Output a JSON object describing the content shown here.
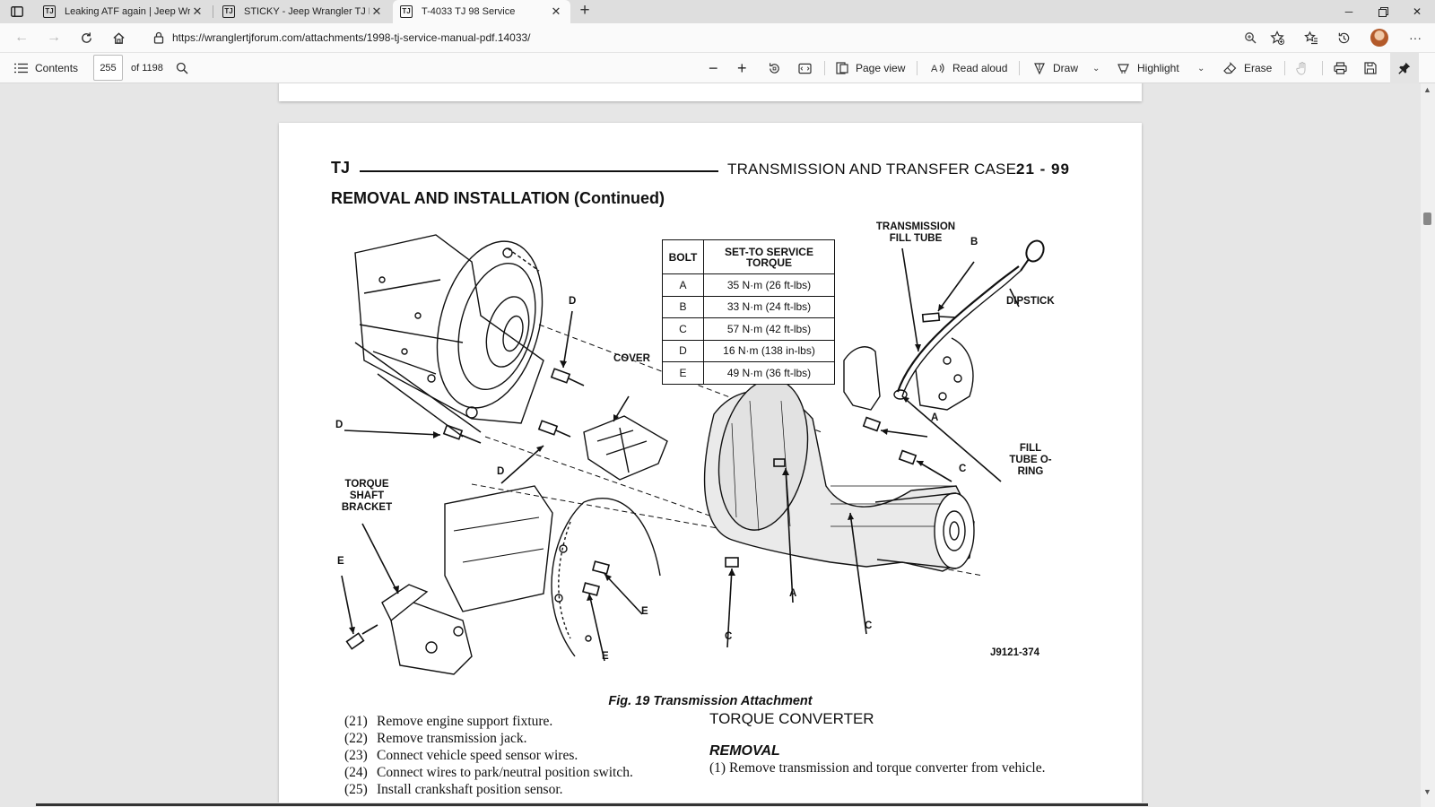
{
  "tabs": [
    {
      "title": "Leaking ATF again | Jeep Wrangler TJ Forum",
      "favicon": "TJ",
      "active": false
    },
    {
      "title": "STICKY - Jeep Wrangler TJ Factory Service Manuals",
      "favicon": "TJ",
      "active": false
    },
    {
      "title": "T-4033 TJ 98 Service",
      "favicon": "TJ",
      "active": true
    }
  ],
  "browser": {
    "url": "https://wranglertjforum.com/attachments/1998-tj-service-manual-pdf.14033/"
  },
  "pdf_toolbar": {
    "contents_label": "Contents",
    "page_current": "255",
    "page_total": "of 1198",
    "page_view_label": "Page view",
    "read_aloud_label": "Read aloud",
    "draw_label": "Draw",
    "highlight_label": "Highlight",
    "erase_label": "Erase"
  },
  "page": {
    "running_head_left": "TJ",
    "running_head_right": "TRANSMISSION AND TRANSFER CASE",
    "page_number": "21 - 99",
    "section_heading": "REMOVAL AND INSTALLATION (Continued)",
    "figure": {
      "table_header_bolt": "BOLT",
      "table_header_torque": "SET-TO SERVICE TORQUE",
      "torque_rows": [
        {
          "bolt": "A",
          "torque": "35 N·m (26 ft-lbs)"
        },
        {
          "bolt": "B",
          "torque": "33 N·m (24 ft-lbs)"
        },
        {
          "bolt": "C",
          "torque": "57 N·m (42 ft-lbs)"
        },
        {
          "bolt": "D",
          "torque": "16 N·m (138 in-lbs)"
        },
        {
          "bolt": "E",
          "torque": "49 N·m (36 ft-lbs)"
        }
      ],
      "labels": {
        "transmission_fill_tube": "TRANSMISSION FILL TUBE",
        "dipstick": "DIPSTICK",
        "cover": "COVER",
        "fill_tube_o_ring": "FILL TUBE O-RING",
        "torque_shaft_bracket": "TORQUE SHAFT BRACKET",
        "figure_id": "J9121-374",
        "bolt_a": "A",
        "bolt_b": "B",
        "bolt_c": "C",
        "bolt_d": "D",
        "bolt_e": "E"
      }
    },
    "figure_caption": "Fig. 19 Transmission Attachment",
    "steps": [
      {
        "num": "(21)",
        "text": "Remove engine support fixture."
      },
      {
        "num": "(22)",
        "text": "Remove transmission jack."
      },
      {
        "num": "(23)",
        "text": "Connect vehicle speed sensor wires."
      },
      {
        "num": "(24)",
        "text": "Connect wires to park/neutral position switch."
      },
      {
        "num": "(25)",
        "text": "Install crankshaft position sensor."
      }
    ],
    "right_column": {
      "heading": "TORQUE CONVERTER",
      "subheading": "REMOVAL",
      "paragraph": "(1) Remove transmission and torque converter from vehicle."
    }
  }
}
